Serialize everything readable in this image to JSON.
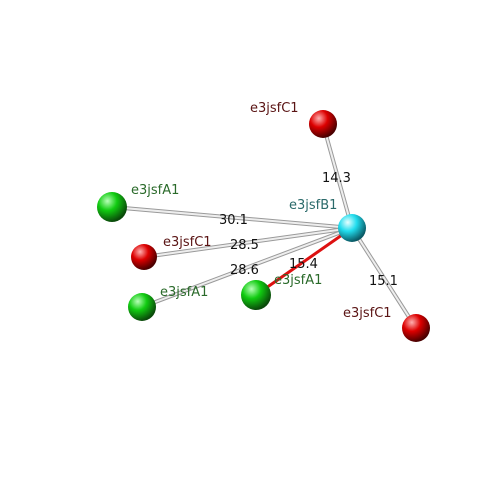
{
  "colors": {
    "green_atom": "#11cc11",
    "red_atom": "#dd0000",
    "cyan_atom": "#22ddee",
    "green_label": "#2a6a2a",
    "red_label": "#5a1414",
    "cyan_label": "#2a6a6a",
    "highlight_bond": "#dd1111",
    "bond": "#c8c8c8"
  },
  "nodes": [
    {
      "id": "center",
      "label": "e3jsfB1",
      "type": "cyan"
    },
    {
      "id": "redTop",
      "label": "e3jsfC1",
      "type": "red"
    },
    {
      "id": "greenLeftTop",
      "label": "e3jsfA1",
      "type": "green"
    },
    {
      "id": "redLeft",
      "label": "e3jsfC1",
      "type": "red"
    },
    {
      "id": "greenLeftBottom",
      "label": "e3jsfA1",
      "type": "green"
    },
    {
      "id": "greenMid",
      "label": "e3jsfA1",
      "type": "green"
    },
    {
      "id": "redRight",
      "label": "e3jsfC1",
      "type": "red"
    }
  ],
  "edges": [
    {
      "from": "center",
      "to": "redTop",
      "distance": "14.3",
      "highlight": false
    },
    {
      "from": "center",
      "to": "greenLeftTop",
      "distance": "30.1",
      "highlight": false
    },
    {
      "from": "center",
      "to": "redLeft",
      "distance": "28.5",
      "highlight": false
    },
    {
      "from": "center",
      "to": "greenLeftBottom",
      "distance": "28.6",
      "highlight": false
    },
    {
      "from": "center",
      "to": "greenMid",
      "distance": "15.4",
      "highlight": true
    },
    {
      "from": "center",
      "to": "redRight",
      "distance": "15.1",
      "highlight": false
    }
  ]
}
